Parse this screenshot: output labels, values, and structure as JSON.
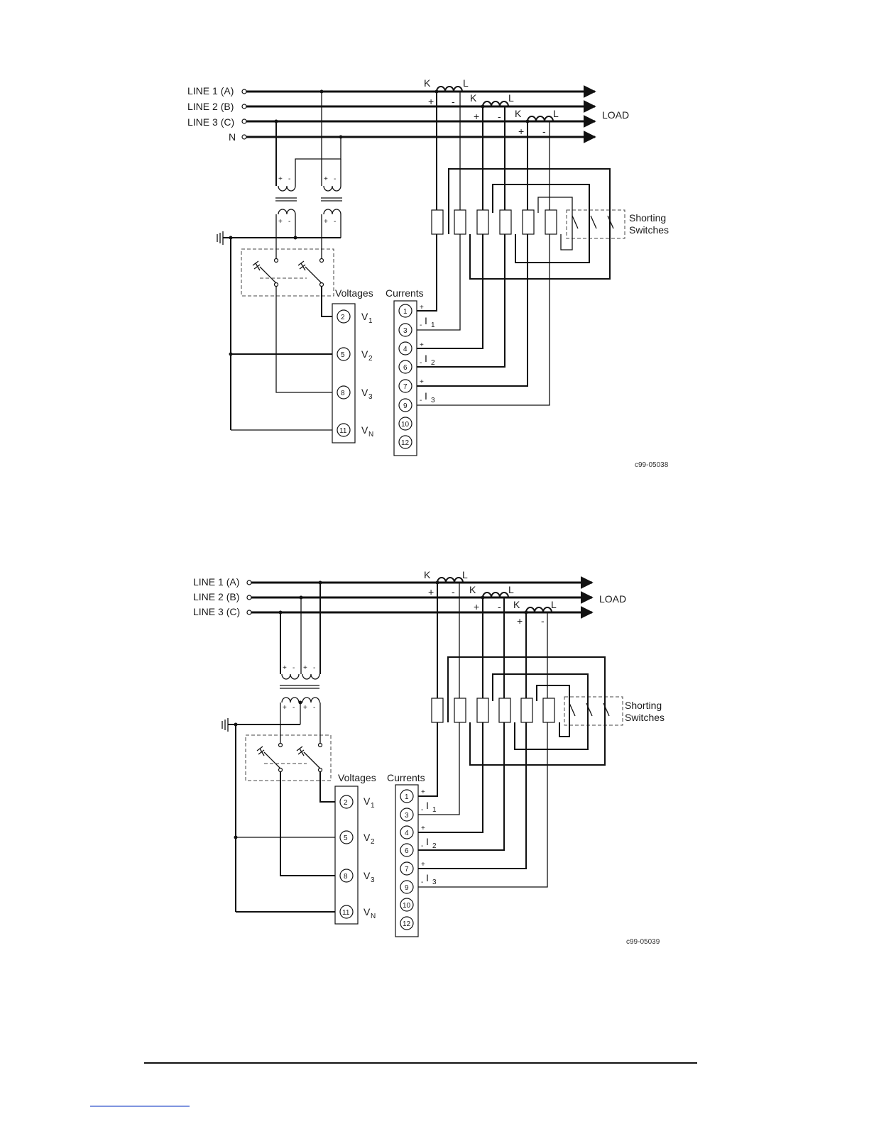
{
  "diagrams": [
    {
      "lines": [
        "LINE 1  (A)",
        "LINE 2  (B)",
        "LINE 3  (C)",
        "N"
      ],
      "load_label": "LOAD",
      "ct_k": "K",
      "ct_l": "L",
      "plus": "+",
      "minus": "-",
      "voltages_label": "Voltages",
      "currents_label": "Currents",
      "shorting_label_1": "Shorting",
      "shorting_label_2": "Switches",
      "voltage_terminals": [
        "2",
        "5",
        "8",
        "11"
      ],
      "voltage_names": [
        "V",
        "V",
        "V",
        "V"
      ],
      "voltage_subs": [
        "1",
        "2",
        "3",
        "N"
      ],
      "current_terminals": [
        "1",
        "3",
        "4",
        "6",
        "7",
        "9",
        "10",
        "12"
      ],
      "current_names": [
        "I",
        "I",
        "I"
      ],
      "current_subs": [
        "1",
        "2",
        "3"
      ],
      "code": "c99-05038"
    },
    {
      "lines": [
        "LINE 1  (A)",
        "LINE 2  (B)",
        "LINE 3  (C)"
      ],
      "load_label": "LOAD",
      "ct_k": "K",
      "ct_l": "L",
      "plus": "+",
      "minus": "-",
      "voltages_label": "Voltages",
      "currents_label": "Currents",
      "shorting_label_1": "Shorting",
      "shorting_label_2": "Switches",
      "voltage_terminals": [
        "2",
        "5",
        "8",
        "11"
      ],
      "voltage_names": [
        "V",
        "V",
        "V",
        "V"
      ],
      "voltage_subs": [
        "1",
        "2",
        "3",
        "N"
      ],
      "current_terminals": [
        "1",
        "3",
        "4",
        "6",
        "7",
        "9",
        "10",
        "12"
      ],
      "current_names": [
        "I",
        "I",
        "I"
      ],
      "current_subs": [
        "1",
        "2",
        "3"
      ],
      "code": "c99-05039"
    }
  ],
  "colors": {
    "wire": "#111111",
    "footer_link": "#3355cc"
  }
}
